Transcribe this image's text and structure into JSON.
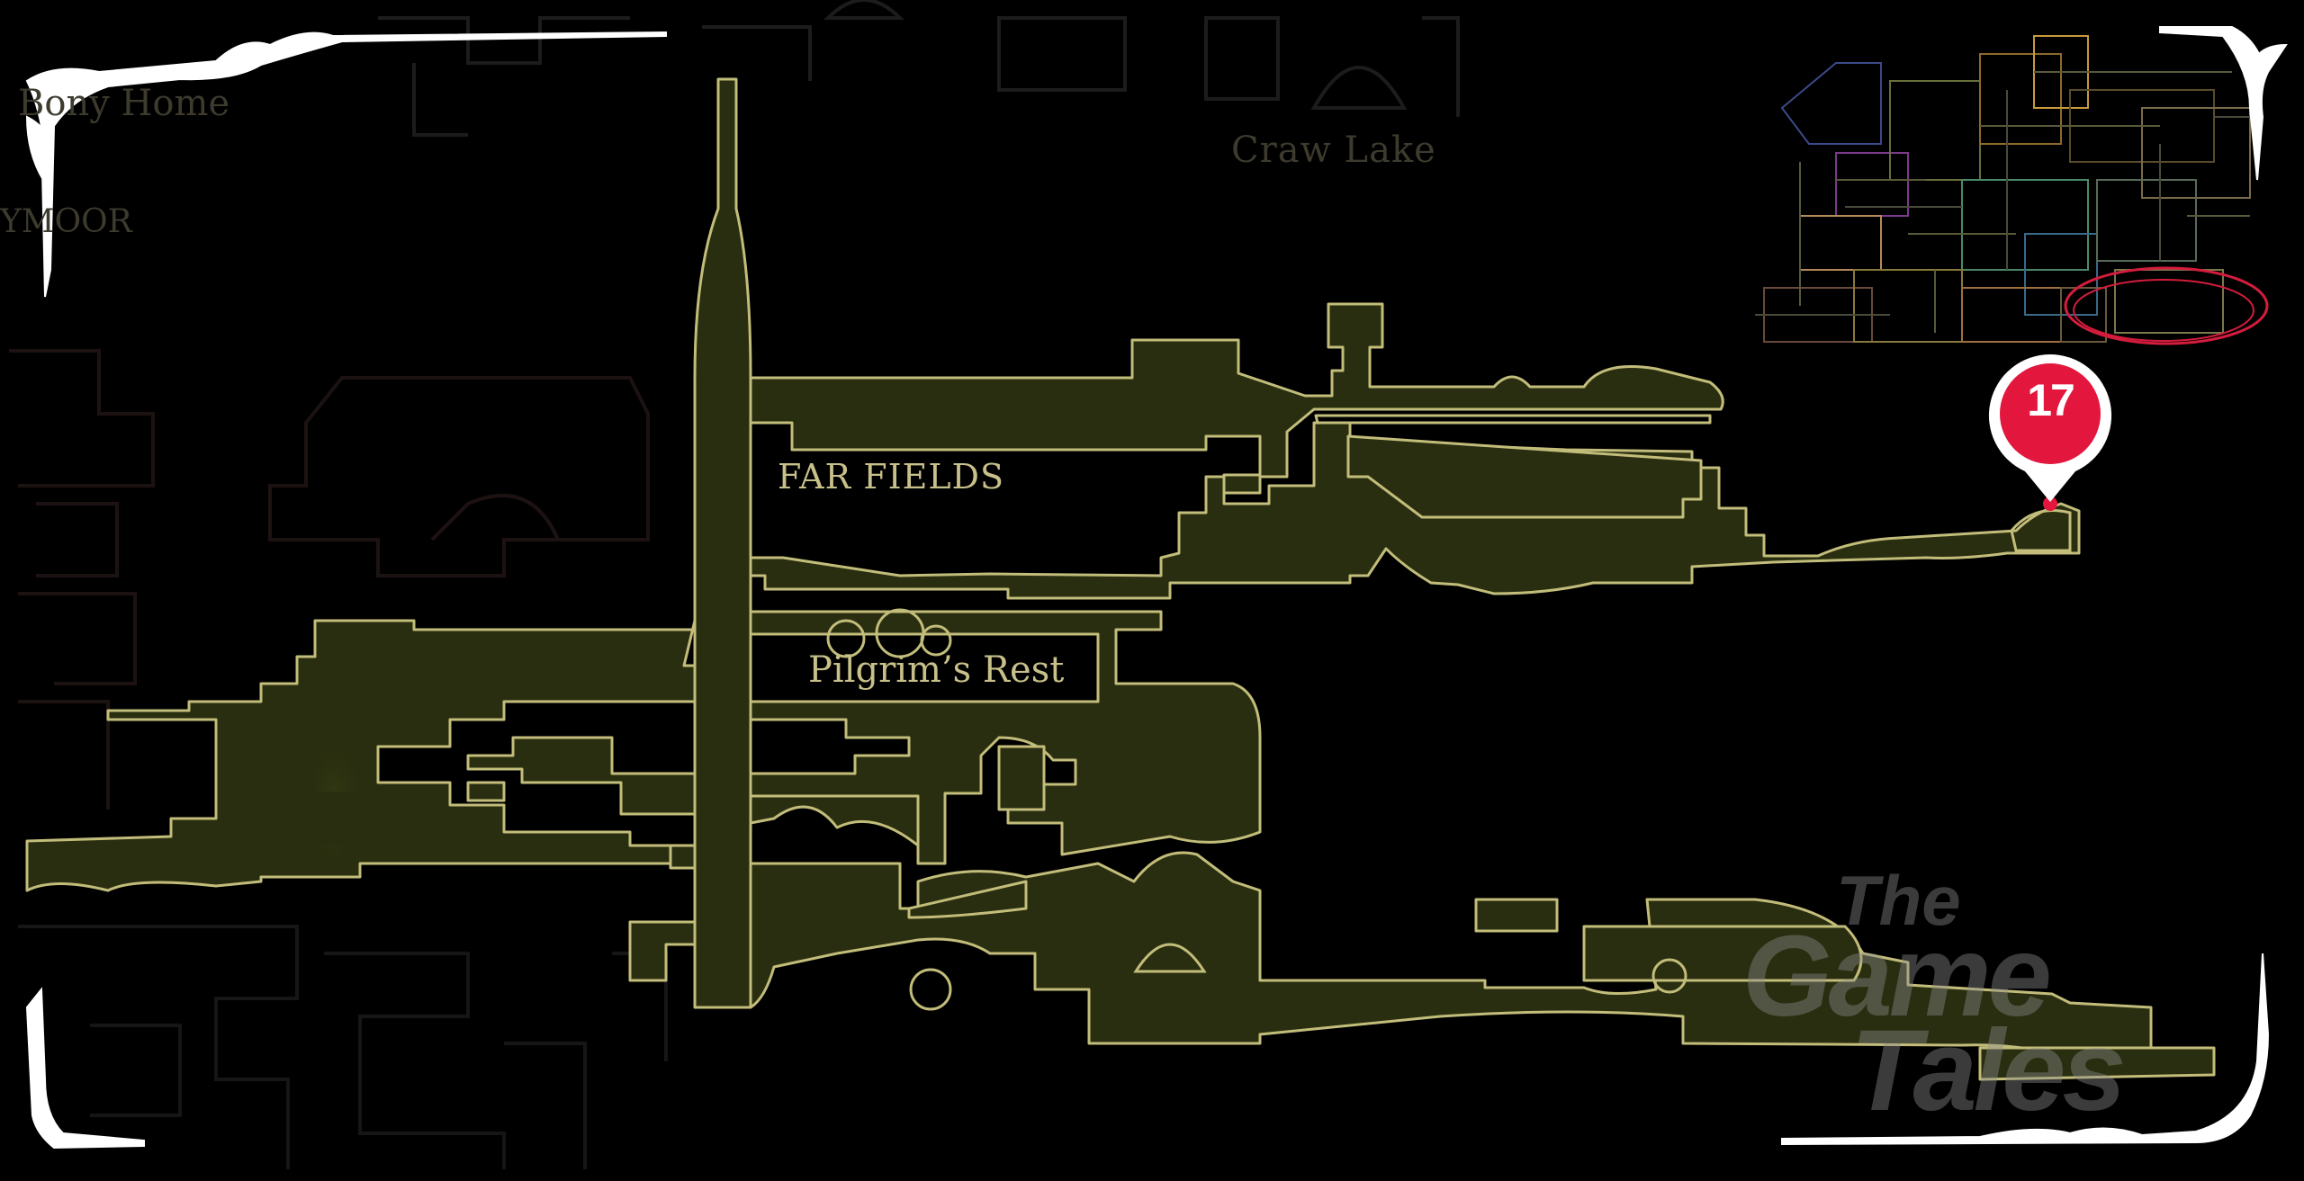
{
  "map": {
    "area_labels": {
      "far_fields": "FAR FIELDS",
      "pilgrims_rest": "Pilgrim’s Rest"
    },
    "faded_labels": {
      "craw_lake": "Craw Lake",
      "home": "Bony Home",
      "moor": "YMOOR"
    }
  },
  "marker": {
    "number": "17",
    "color": "#e3173e"
  },
  "minimap": {
    "highlight_color": "#d41c3c"
  },
  "colors": {
    "room_fill": "#2a2e10",
    "room_stroke": "#c2bd7a",
    "background": "#000000"
  },
  "watermark": {
    "line1": "The",
    "line2": "Game",
    "line3": "Tales"
  }
}
